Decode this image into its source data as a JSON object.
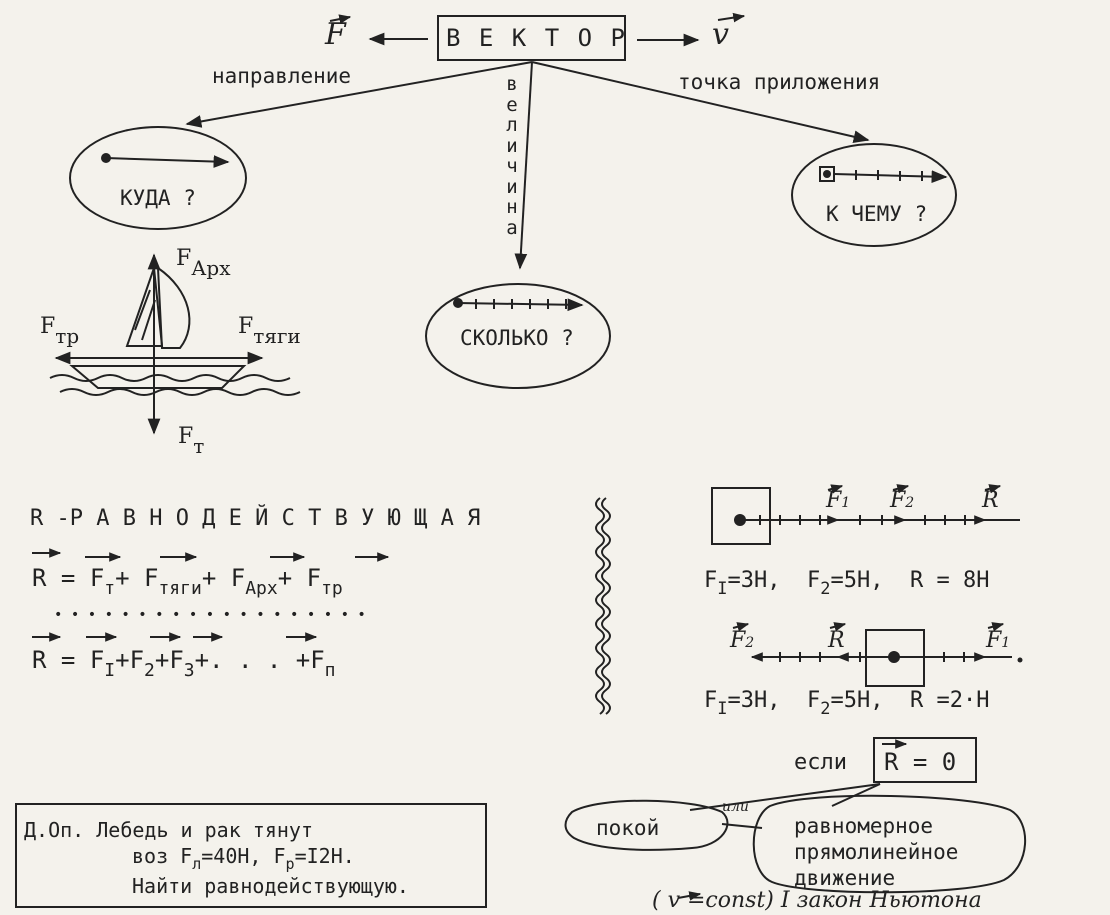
{
  "colors": {
    "paper": "#f4f2ec",
    "ink": "#222222"
  },
  "top": {
    "left_symbol": "F",
    "title": "В Е К Т О Р",
    "right_symbol": "v",
    "branch_left": "направление",
    "branch_middle_letters": [
      "в",
      "е",
      "л",
      "и",
      "ч",
      "и",
      "н",
      "а"
    ],
    "branch_right": "точка приложения"
  },
  "bubbles": {
    "where": "КУДА ?",
    "how_much": "СКОЛЬКО ?",
    "to_what": "К ЧЕМУ ?"
  },
  "boat": {
    "f_main": "F",
    "f_arch_sub": "Арх",
    "f_fr_sub": "тр",
    "f_thrust_sub": "тяги",
    "f_grav_sub": "т"
  },
  "resultant": {
    "heading": "R -Р А В Н О Д Е Й С Т В У Ю Щ А Я",
    "eq1": {
      "lhs": "R",
      "eq": "=",
      "terms": [
        {
          "base": "F",
          "sub": "т",
          "op": "+"
        },
        {
          "base": "F",
          "sub": "тяги",
          "op": "+"
        },
        {
          "base": "F",
          "sub": "Арх",
          "op": "+"
        },
        {
          "base": "F",
          "sub": "тр",
          "op": ""
        }
      ]
    },
    "dots": "• • • • • • • • • • • • • • • • • • •",
    "eq2": {
      "lhs": "R",
      "eq": "=",
      "terms": [
        {
          "base": "F",
          "sub": "I",
          "op": "+"
        },
        {
          "base": "F",
          "sub": "2",
          "op": "+"
        },
        {
          "base": "F",
          "sub": "3",
          "op": "+. . . +"
        },
        {
          "base": "F",
          "sub": "п",
          "op": ""
        }
      ]
    }
  },
  "examples": {
    "ex1": {
      "l1": "F",
      "l2": "F",
      "l3": "R",
      "s1": "1",
      "s2": "2",
      "p1": "F",
      "p1s": "I",
      "p1v": "=3Н,",
      "p2": "F",
      "p2s": "2",
      "p2v": "=5Н,",
      "p3": "R = 8Н"
    },
    "ex2": {
      "l1": "F",
      "l2": "R",
      "l3": "F",
      "s1": "2",
      "s3": "1",
      "p1": "F",
      "p1s": "I",
      "p1v": "=3Н,",
      "p2": "F",
      "p2s": "2",
      "p2v": "=5Н,",
      "p3": "R =2·Н"
    }
  },
  "condition": {
    "if": "если",
    "boxed": "R = 0",
    "or": "или",
    "rest": "покой",
    "uniform": [
      "равномерное",
      "прямолинейное",
      "движение"
    ]
  },
  "bottom_note": {
    "text": "( v =const)   I закон Ньютона"
  },
  "task": {
    "lines": [
      "Д.Оп.  Лебедь и рак тянут",
      "воз F",
      "=40Н, F",
      "=I2Н.",
      "Найти равнодействующую."
    ],
    "sub_l": "л",
    "sub_r": "р"
  }
}
